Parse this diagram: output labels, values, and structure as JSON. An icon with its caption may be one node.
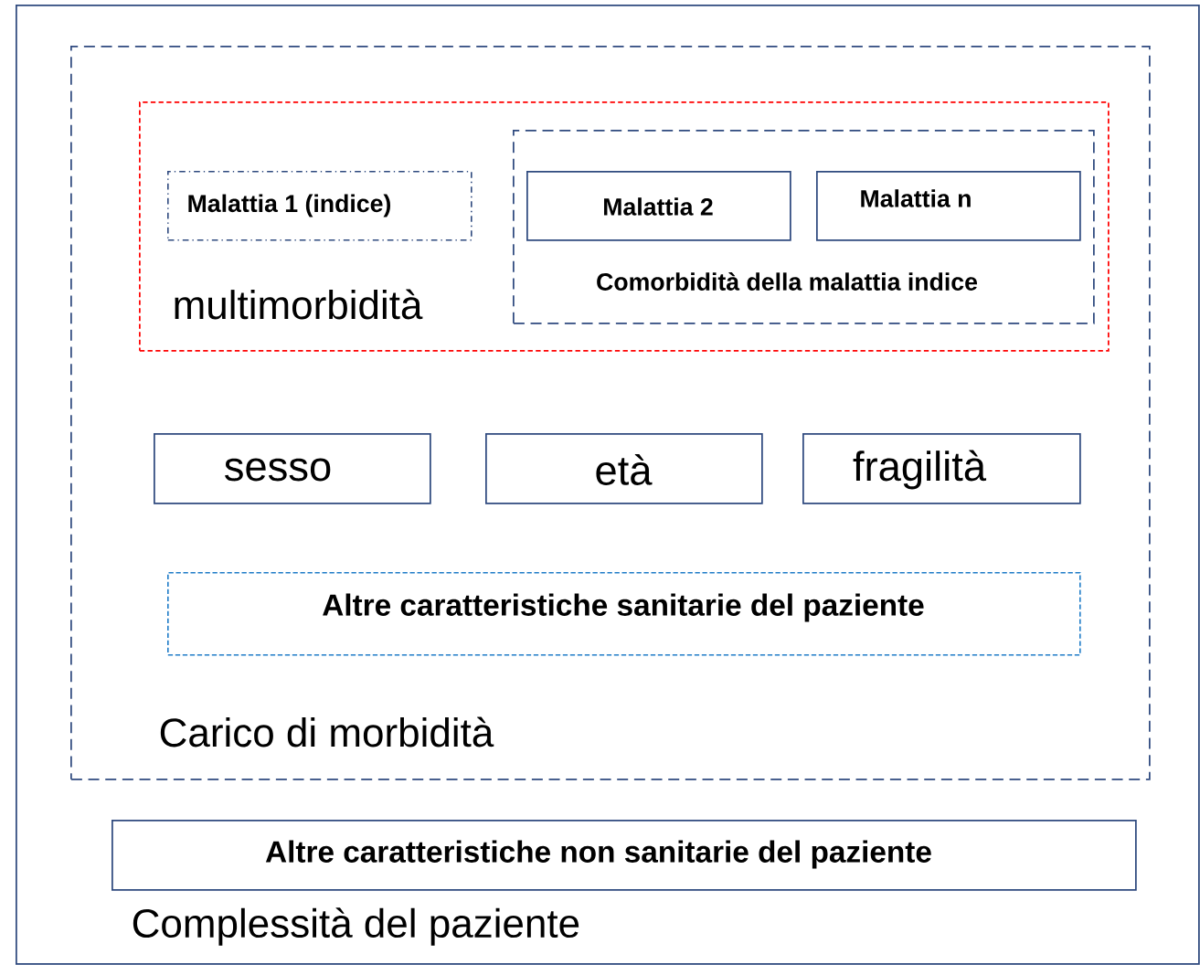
{
  "diagram": {
    "nodes": [
      {
        "text": [
          "Complessità del paziente"
        ]
      },
      {
        "text": [
          "Carico di morbidità"
        ],
        "in": 0
      },
      {
        "text": [
          "multimorbidità"
        ],
        "in": 1
      },
      {
        "text": [
          "Malattia 1 (indice)"
        ],
        "in": 2
      },
      {
        "text": [
          "Comorbidità della malattia indice"
        ],
        "in": 2
      },
      {
        "text": [
          "Malattia 2"
        ],
        "in": 4
      },
      {
        "text": [
          "Malattia n"
        ],
        "in": 4
      },
      {
        "text": [
          "sesso"
        ],
        "in": 1
      },
      {
        "text": [
          "età"
        ],
        "in": 1
      },
      {
        "text": [
          "fragilità"
        ],
        "in": 1
      },
      {
        "text": [
          "Altre caratteristiche sanitarie del paziente"
        ],
        "in": 1
      },
      {
        "text": [
          "Altre caratteristiche non sanitarie del paziente"
        ],
        "in": 0
      }
    ]
  }
}
